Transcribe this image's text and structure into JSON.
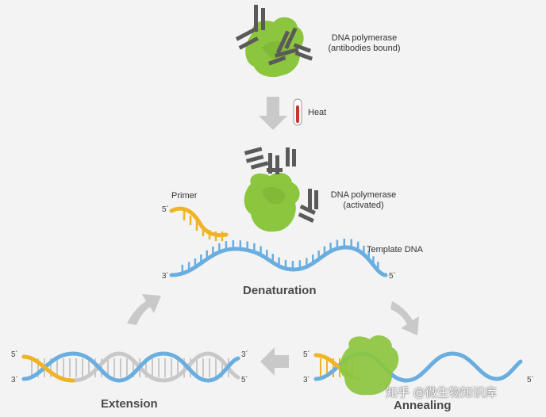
{
  "labels": {
    "polymerase_bound_line1": "DNA polymerase",
    "polymerase_bound_line2": "(antibodies bound)",
    "heat": "Heat",
    "polymerase_active_line1": "DNA polymerase",
    "polymerase_active_line2": "(activated)",
    "primer": "Primer",
    "template_dna": "Template DNA",
    "denaturation": "Denaturation",
    "annealing": "Annealing",
    "extension": "Extension",
    "five_prime": "5´",
    "three_prime": "3´"
  },
  "watermark": "知乎 @微生物知识库",
  "colors": {
    "background": "#f3f3f3",
    "polymerase_green": "#8cc63f",
    "antibody_gray": "#5a5a5a",
    "template_blue": "#6aaee0",
    "primer_orange": "#f0b323",
    "new_strand_gray": "#c8c8c8",
    "arrow_gray": "#c9c9c9",
    "thermometer_red": "#c0392b"
  },
  "icons": [
    "polymerase-blob-icon",
    "antibody-y-icon",
    "thermometer-icon",
    "cycle-arrow-icon"
  ]
}
